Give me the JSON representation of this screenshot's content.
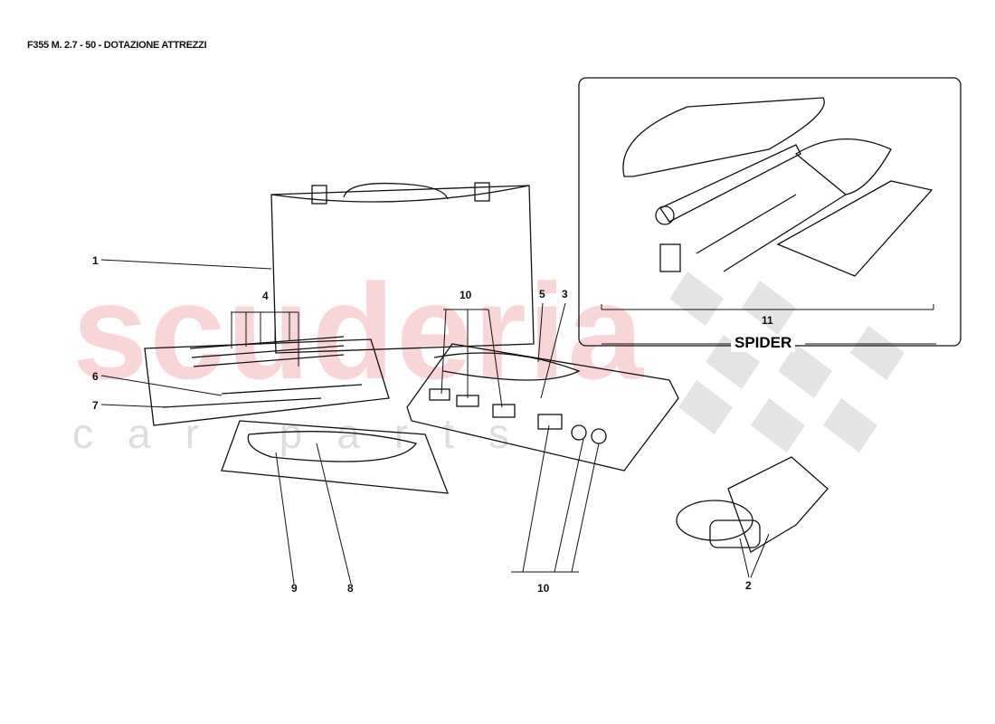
{
  "header": {
    "title": "F355 M. 2.7 - 50 - DOTAZIONE ATTREZZI"
  },
  "watermark": {
    "line1": "scuderia",
    "line2": "car parts"
  },
  "callouts": [
    "1",
    "2",
    "3",
    "4",
    "5",
    "6",
    "7",
    "8",
    "9",
    "10",
    "10",
    "11"
  ],
  "inset": {
    "label": "SPIDER"
  }
}
